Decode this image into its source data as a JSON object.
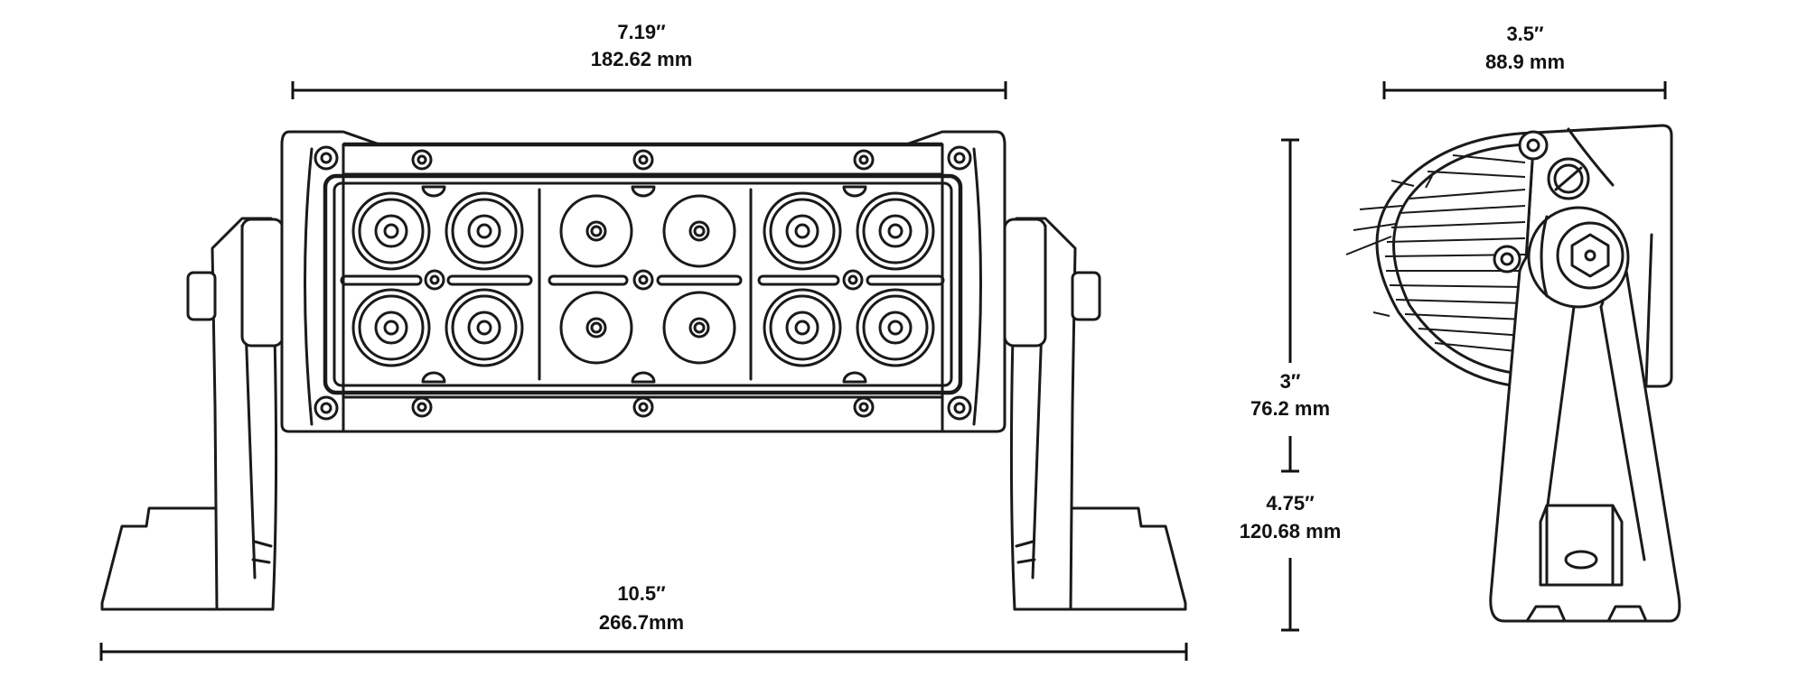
{
  "dimensions": {
    "inner_width": {
      "imperial": "7.19″",
      "metric": "182.62 mm"
    },
    "total_width": {
      "imperial": "10.5″",
      "metric": "266.7mm"
    },
    "depth": {
      "imperial": "3.5″",
      "metric": "88.9 mm"
    },
    "body_height": {
      "imperial": "3″",
      "metric": "76.2 mm"
    },
    "total_height": {
      "imperial": "4.75″",
      "metric": "120.68 mm"
    }
  },
  "colors": {
    "line": "#1a1a1a",
    "background": "#ffffff"
  }
}
